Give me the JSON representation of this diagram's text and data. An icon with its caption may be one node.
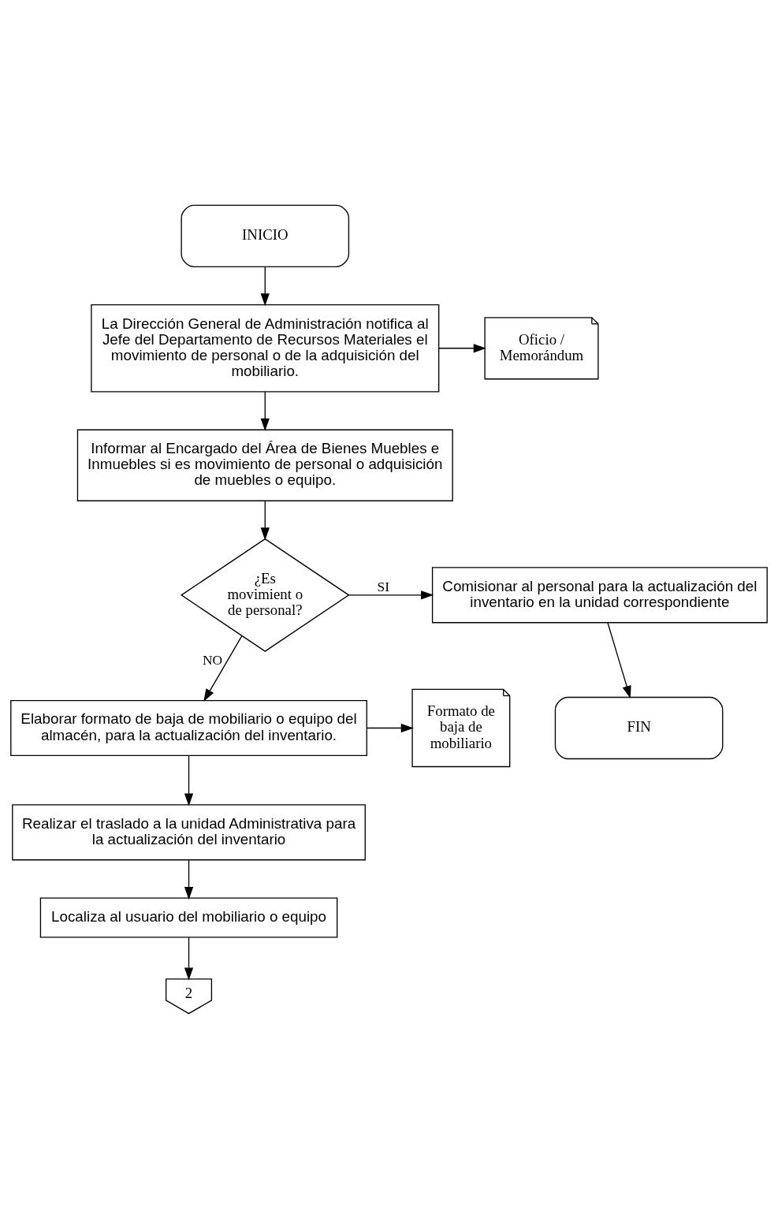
{
  "diagram": {
    "nodes": [
      {
        "text": [
          "INICIO"
        ]
      },
      {
        "text": [
          "La Dirección General de Administración notifica al Jefe del Departamento de Recursos Materiales el movimiento de personal o de la adquisición del mobiliario."
        ]
      },
      {
        "text": [
          "Oficio / Memorándum"
        ]
      },
      {
        "text": [
          "Informar al Encargado del Área de Bienes Muebles e Inmuebles si es movimiento de personal o adquisición de muebles o equipo."
        ]
      },
      {
        "text": [
          "¿Es movimient o de personal?"
        ]
      },
      {
        "text": [
          "Comisionar al personal para la actualización del inventario en la unidad correspondiente"
        ]
      },
      {
        "text": [
          "FIN"
        ]
      },
      {
        "text": [
          "Elaborar formato de baja de mobiliario o equipo del almacén, para la actualización del inventario."
        ]
      },
      {
        "text": [
          "Formato de baja de mobiliario"
        ]
      },
      {
        "text": [
          "Realizar el traslado a la unidad Administrativa para la actualización del inventario"
        ]
      },
      {
        "text": [
          "Localiza al usuario del mobiliario o equipo"
        ]
      },
      {
        "text": [
          "2"
        ]
      }
    ],
    "edges": [
      {
        "from": 0,
        "to": 1,
        "arrow": "to"
      },
      {
        "from": 1,
        "to": 2,
        "arrow": "to"
      },
      {
        "from": 1,
        "to": 3,
        "arrow": "to"
      },
      {
        "from": 3,
        "to": 4,
        "arrow": "to"
      },
      {
        "from": 4,
        "to": 5,
        "arrow": "to",
        "label": "SI"
      },
      {
        "from": 5,
        "to": 6,
        "arrow": "to"
      },
      {
        "from": 4,
        "to": 7,
        "arrow": "to",
        "label": "NO"
      },
      {
        "from": 7,
        "to": 8,
        "arrow": "to"
      },
      {
        "from": 7,
        "to": 9,
        "arrow": "to"
      },
      {
        "from": 9,
        "to": 10,
        "arrow": "to"
      },
      {
        "from": 10,
        "to": 11,
        "arrow": "to"
      }
    ]
  }
}
